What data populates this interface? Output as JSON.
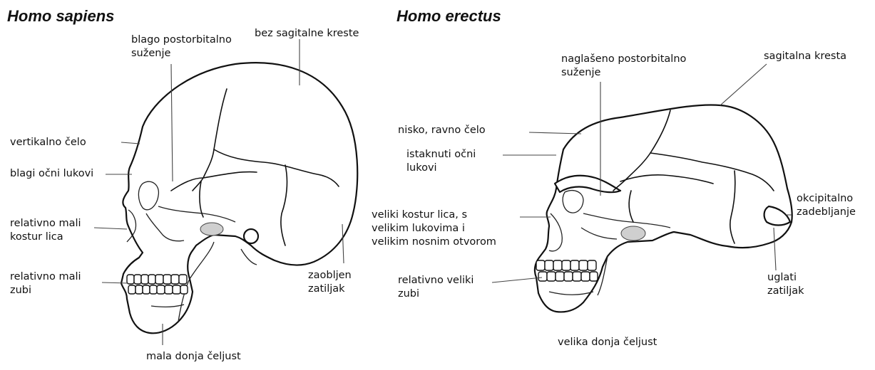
{
  "titles": {
    "sapiens": "Homo sapiens",
    "erectus": "Homo erectus"
  },
  "sapiens_labels": {
    "postorbital": "blago postorbitalno\nsuženje",
    "crest": "bez sagitalne kreste",
    "forehead": "vertikalno čelo",
    "brow": "blagi očni lukovi",
    "face": "relativno mali\nkostur lica",
    "teeth": "relativno mali\nzubi",
    "occiput": "zaobljen\nzatiljak",
    "jaw": "mala donja čeljust"
  },
  "erectus_labels": {
    "postorbital": "naglašeno postorbitalno\nsuženje",
    "crest": "sagitalna kresta",
    "forehead": "nisko, ravno čelo",
    "brow": "istaknuti očni\nlukovi",
    "face": "veliki kostur lica, s\nvelikim lukovima i\nvelikim nosnim otvorom",
    "occipital_torus": "okcipitalno\nzadebljanje",
    "teeth": "relativno veliki\nzubi",
    "occiput": "uglati\nzatiljak",
    "jaw": "velika donja čeljust"
  }
}
